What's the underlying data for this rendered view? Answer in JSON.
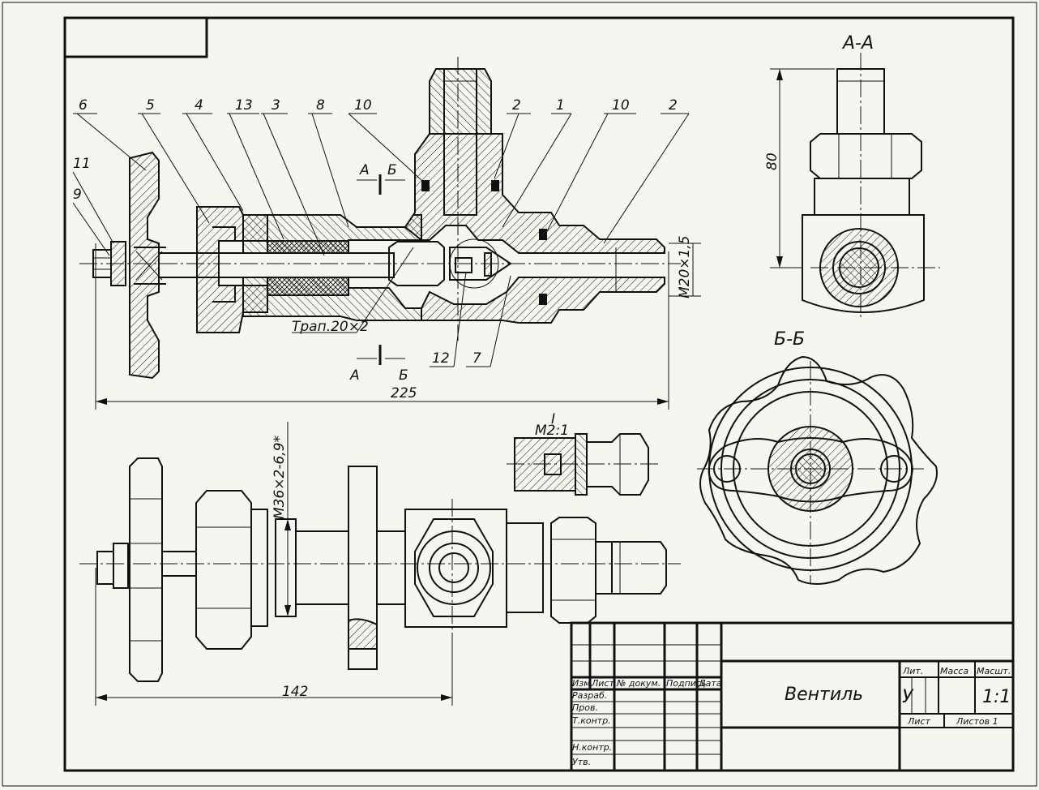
{
  "section_a": "А-А",
  "section_b": "Б-Б",
  "detail_i": "I",
  "detail_scale": "M2:1",
  "cut_a": "А",
  "cut_b": "Б",
  "part_labels": [
    "6",
    "5",
    "4",
    "13",
    "3",
    "8",
    "10",
    "2",
    "1",
    "10",
    "2",
    "11",
    "9",
    "12",
    "7"
  ],
  "dims": {
    "overall": "225",
    "height_80": "80",
    "length_142": "142",
    "thread_m20": "M20×1,5",
    "thread_trap": "Трап.20×2",
    "thread_m36": "M36×2-6,9*"
  },
  "title_block": {
    "name": "Вентиль",
    "lit_header": "Лит.",
    "mass_header": "Масса",
    "scale_header": "Масшт.",
    "lit_value": "У",
    "scale_value": "1:1",
    "sheet": "Лист",
    "sheets": "Листов 1",
    "col_izm": "Изм.",
    "col_list": "Лист",
    "col_doc": "№ докум.",
    "col_sign": "Подпись",
    "col_date": "Дата",
    "row_razrab": "Разраб.",
    "row_prov": "Пров.",
    "row_tkontr": "Т.контр.",
    "row_nkontr": "Н.контр.",
    "row_utv": "Утв."
  }
}
